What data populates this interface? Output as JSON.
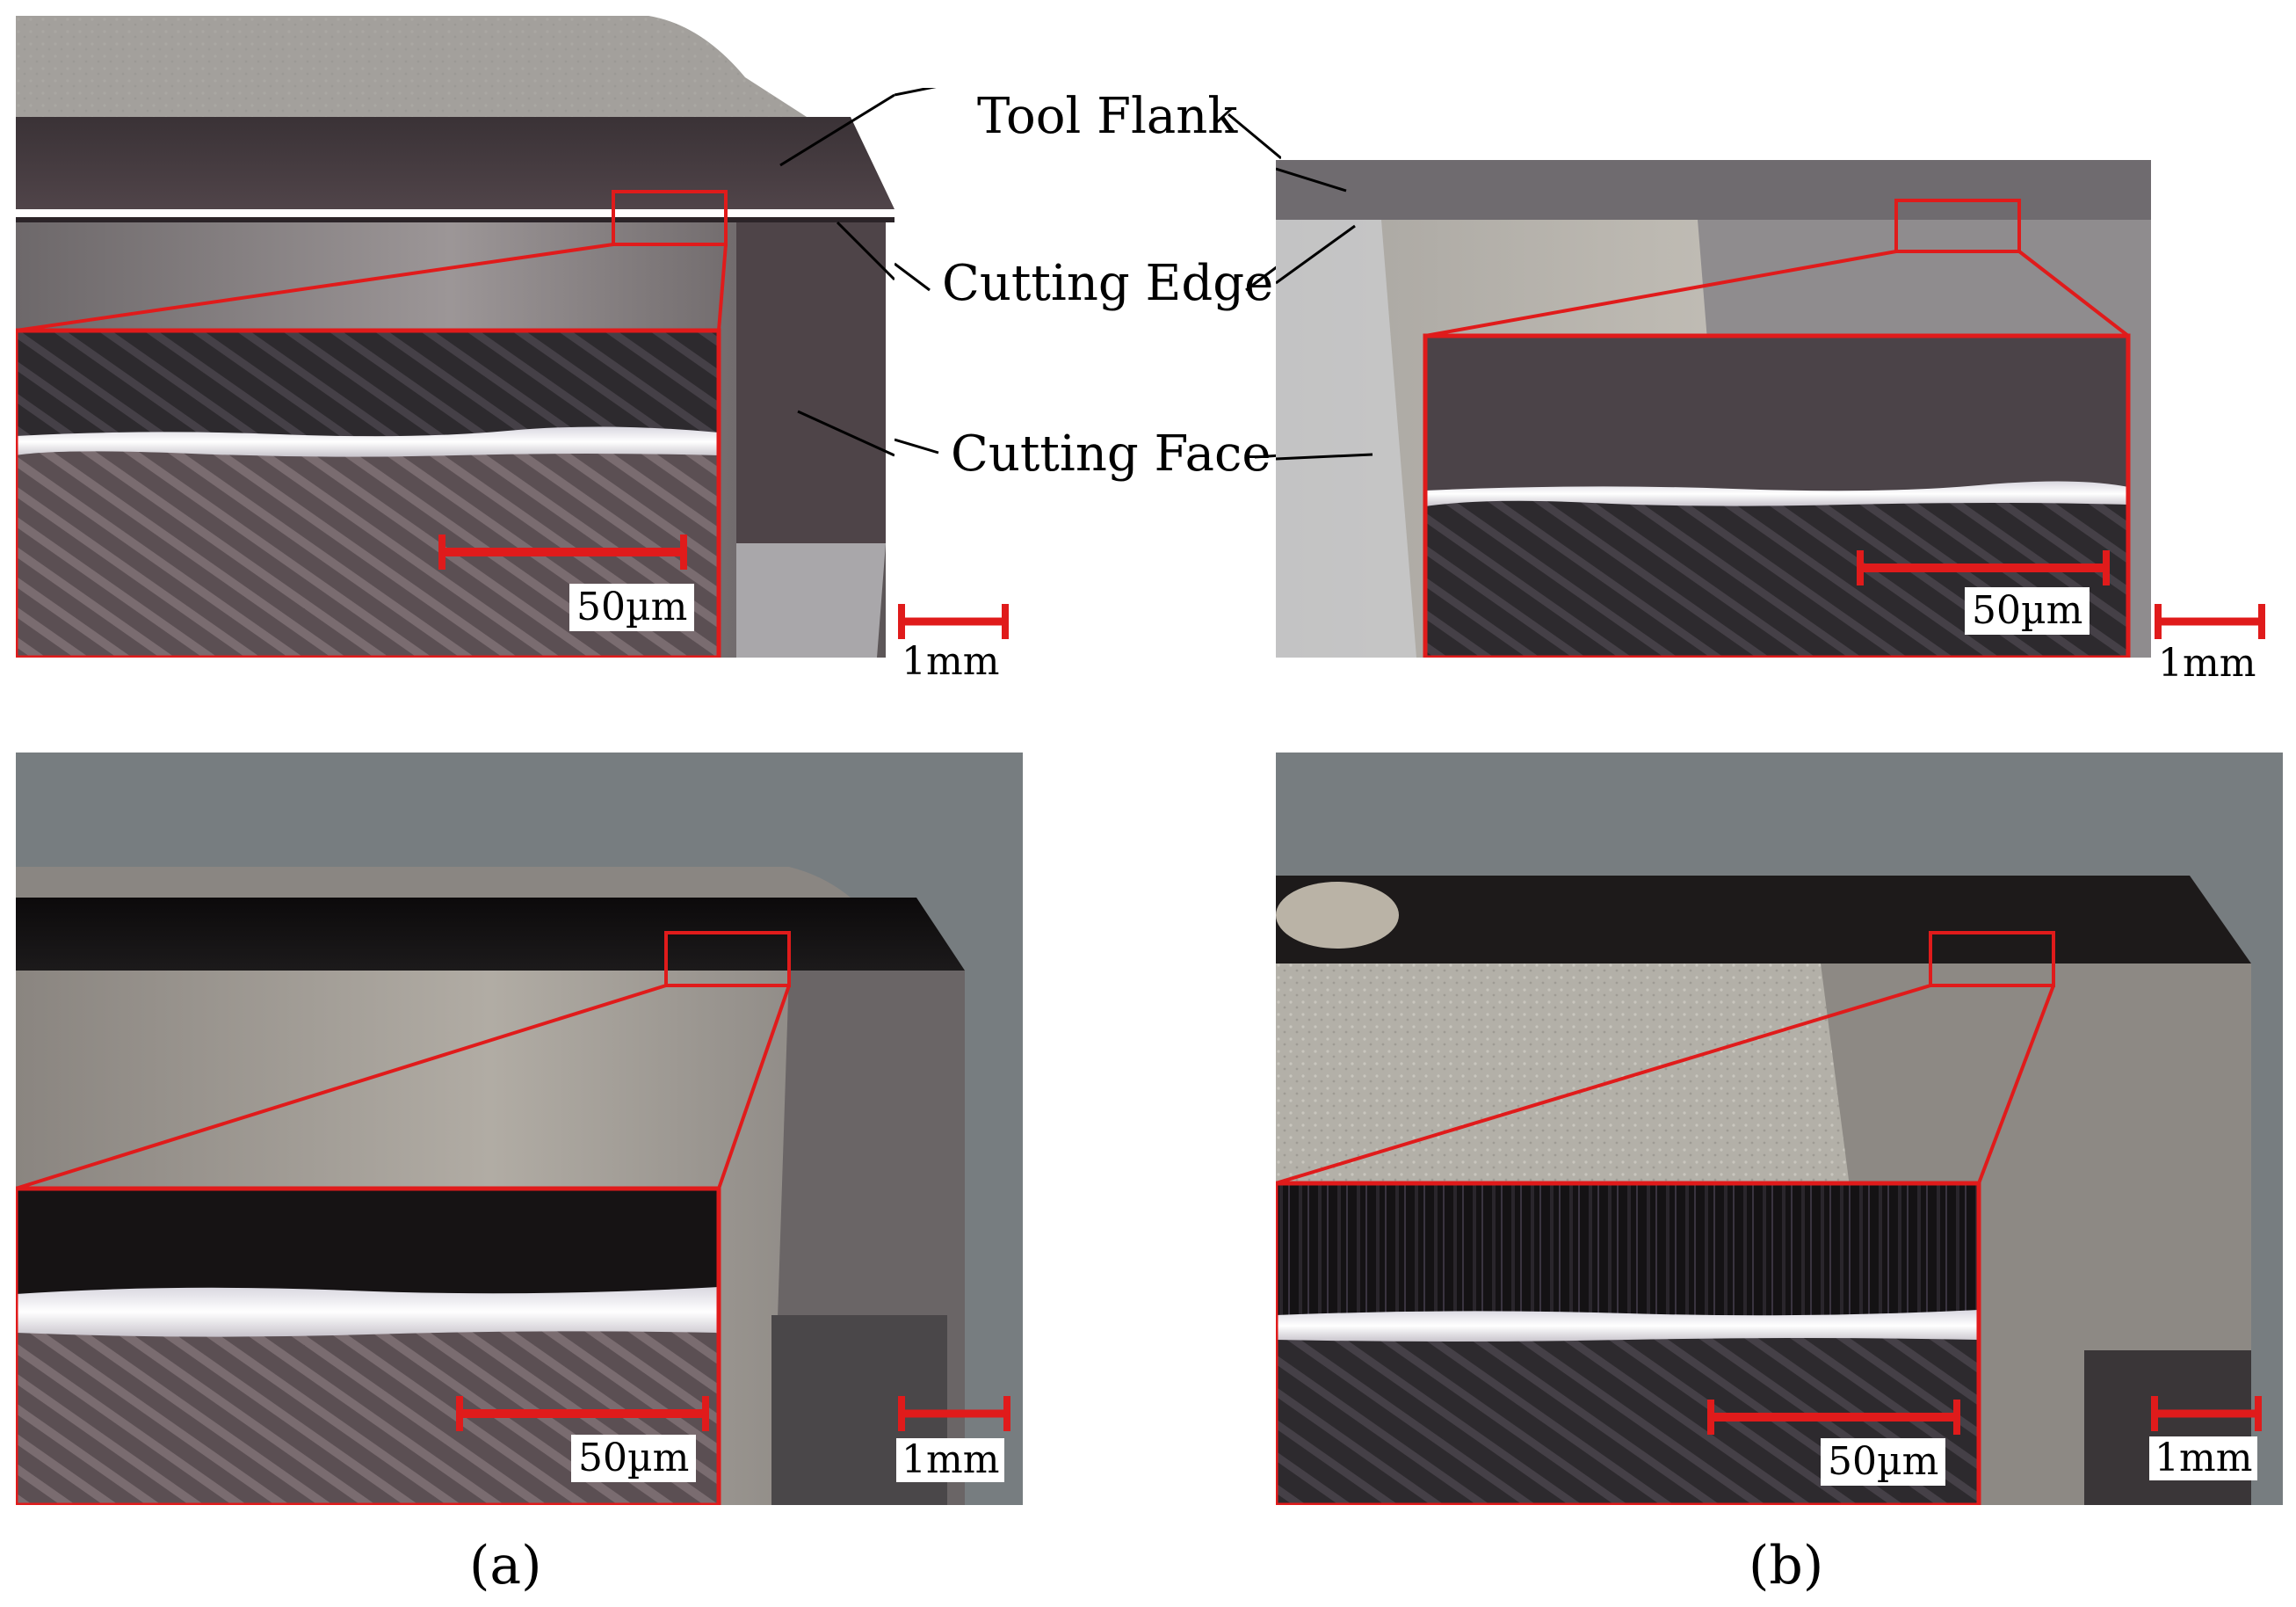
{
  "annotations": {
    "tool_flank": "Tool Flank",
    "cutting_edge": "Cutting Edge",
    "cutting_face": "Cutting Face"
  },
  "scale_bars": {
    "micro": "50µm",
    "macro": "1mm"
  },
  "captions": {
    "a": "(a)",
    "b": "(b)"
  },
  "colors": {
    "highlight_red": "#e01b1b",
    "background_gray": "#777d80"
  }
}
